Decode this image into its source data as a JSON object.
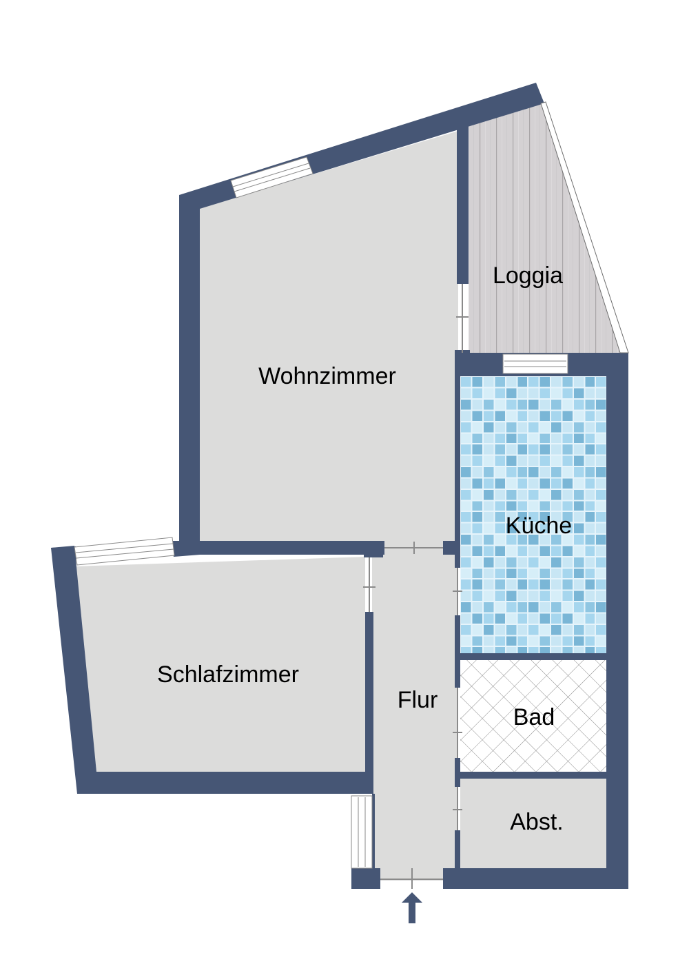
{
  "plan": {
    "colors": {
      "wall": "#465675",
      "floor": "#dcdcdb",
      "loggia_floor": "#d4d1d3",
      "loggia_plank_line": "#a9a6a8",
      "tile_light": "#c8e6f4",
      "tile_mid": "#a6d6ee",
      "tile_dark": "#7ab6d6",
      "tile_grout": "#e6f4fb",
      "bath_floor": "#ffffff",
      "bath_grid": "#8c8c8c",
      "window_frame": "#8a8a8a",
      "door_line": "#8a8a8a",
      "entrance_arrow": "#465675"
    },
    "rooms": [
      {
        "id": "wohnzimmer",
        "label": "Wohnzimmer"
      },
      {
        "id": "loggia",
        "label": "Loggia"
      },
      {
        "id": "kueche",
        "label": "Küche"
      },
      {
        "id": "schlafzimmer",
        "label": "Schlafzimmer"
      },
      {
        "id": "flur",
        "label": "Flur"
      },
      {
        "id": "bad",
        "label": "Bad"
      },
      {
        "id": "abstellraum",
        "label": "Abst."
      }
    ],
    "entrance_icon": "arrow-up-icon"
  }
}
